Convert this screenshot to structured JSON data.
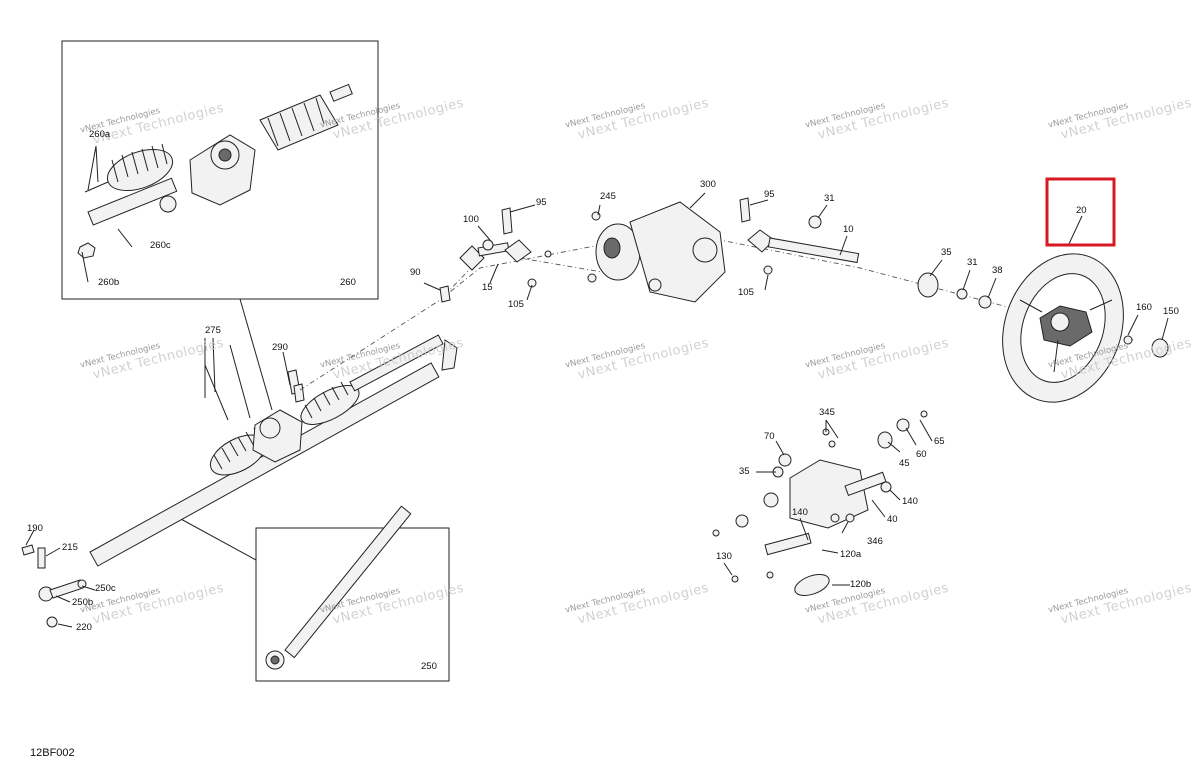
{
  "diagram_code": "12BF002",
  "watermark": {
    "line1": "vNext Technologies",
    "line2": "vNext Technologies"
  },
  "highlight": {
    "label": "20",
    "color": "#d71921"
  },
  "labels": {
    "l260a": "260a",
    "l260c": "260c",
    "l260b": "260b",
    "l260": "260",
    "l275": "275",
    "l290": "290",
    "l90": "90",
    "l100": "100",
    "l95a": "95",
    "l15": "15",
    "l105a": "105",
    "l245": "245",
    "l300": "300",
    "l95b": "95",
    "l105b": "105",
    "l31a": "31",
    "l10": "10",
    "l35a": "35",
    "l31b": "31",
    "l38": "38",
    "l160": "160",
    "l150": "150",
    "l345": "345",
    "l65": "65",
    "l70": "70",
    "l35b": "35",
    "l45": "45",
    "l60": "60",
    "l140a": "140",
    "l140b": "140",
    "l40": "40",
    "l346": "346",
    "l130": "130",
    "l120a": "120a",
    "l120b": "120b",
    "l190": "190",
    "l215": "215",
    "l250c": "250c",
    "l250b": "250b",
    "l220": "220",
    "l250": "250"
  }
}
